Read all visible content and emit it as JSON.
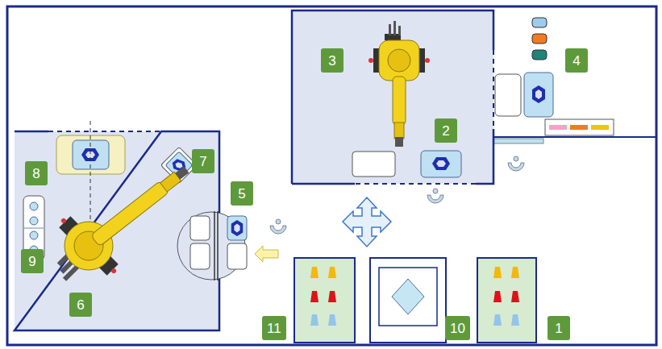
{
  "diagram": {
    "labels": [
      "3",
      "2",
      "4",
      "8",
      "7",
      "5",
      "9",
      "6",
      "11",
      "10",
      "1"
    ]
  }
}
